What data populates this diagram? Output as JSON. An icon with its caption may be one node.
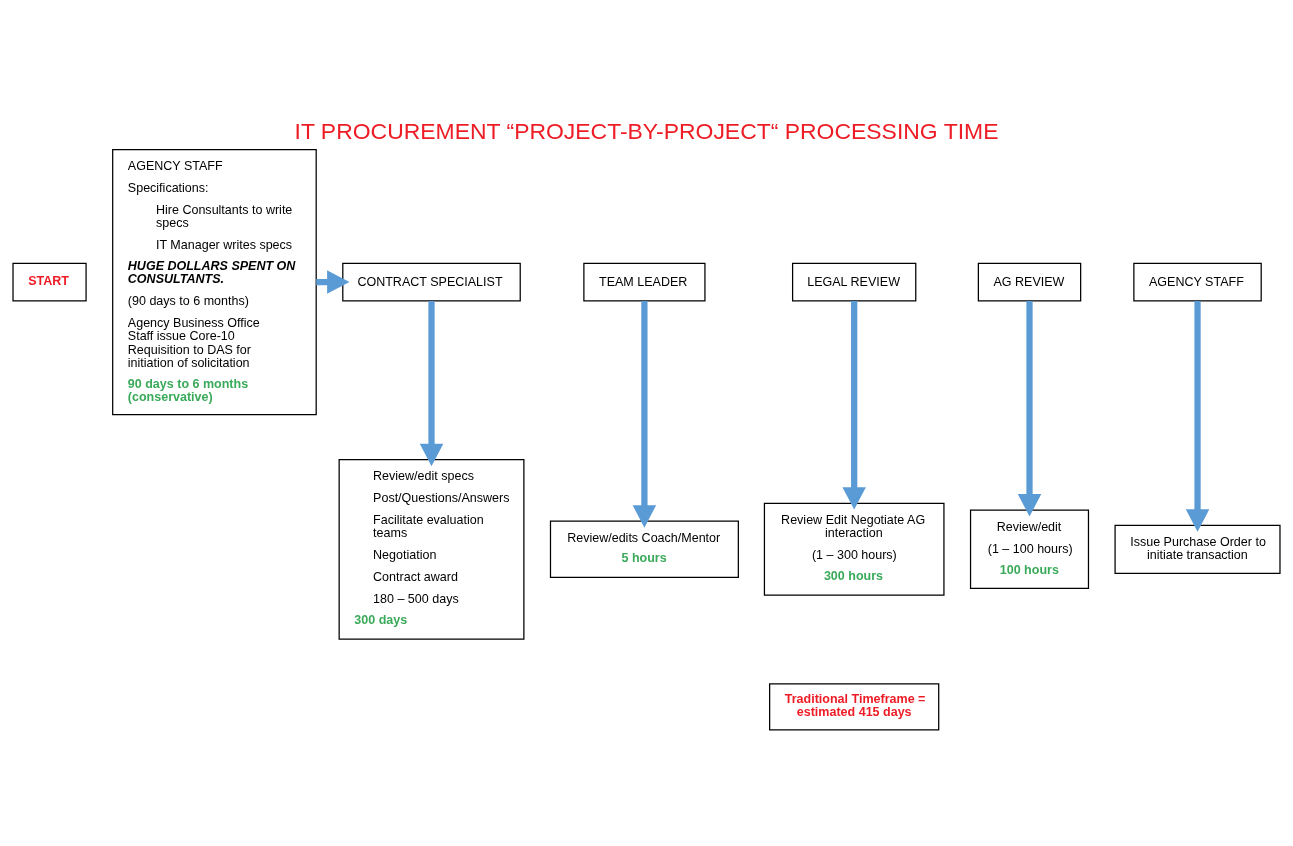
{
  "diagram": {
    "title": "IT PROCUREMENT “PROJECT-BY-PROJECT“ PROCESSING TIME",
    "nodes": [
      {
        "text": [
          "START"
        ]
      },
      {
        "text": [
          "AGENCY STAFF",
          "Specifications:",
          "Hire Consultants to write specs",
          "IT Manager writes specs",
          "HUGE DOLLARS SPENT ON CONSULTANTS.",
          "(90 days to 6 months)",
          "Agency Business Office Staff issue Core-10 Requisition to DAS for initiation of solicitation",
          "90 days to 6 months (conservative)"
        ]
      },
      {
        "text": [
          "CONTRACT SPECIALIST"
        ]
      },
      {
        "text": [
          "Review/edit specs",
          "Post/Questions/Answers",
          "Facilitate evaluation teams",
          "Negotiation",
          "Contract award",
          "180 – 500 days",
          "300 days"
        ]
      },
      {
        "text": [
          "TEAM LEADER"
        ]
      },
      {
        "text": [
          "Review/edits Coach/Mentor",
          "5 hours"
        ]
      },
      {
        "text": [
          "LEGAL REVIEW"
        ]
      },
      {
        "text": [
          "Review Edit Negotiate AG interaction",
          "(1 – 300 hours)",
          "300 hours"
        ]
      },
      {
        "text": [
          "AG REVIEW"
        ]
      },
      {
        "text": [
          "Review/edit",
          "(1 – 100 hours)",
          "100 hours"
        ]
      },
      {
        "text": [
          "AGENCY STAFF"
        ]
      },
      {
        "text": [
          "Issue Purchase Order to initiate transaction"
        ]
      },
      {
        "text": [
          "Traditional Timeframe = estimated 415 days"
        ]
      }
    ],
    "edges": [
      {
        "from": 1,
        "to": 2,
        "arrow": "to"
      },
      {
        "from": 2,
        "to": 3,
        "arrow": "to"
      },
      {
        "from": 4,
        "to": 5,
        "arrow": "to"
      },
      {
        "from": 6,
        "to": 7,
        "arrow": "to"
      },
      {
        "from": 8,
        "to": 9,
        "arrow": "to"
      },
      {
        "from": 10,
        "to": 11,
        "arrow": "to"
      }
    ]
  }
}
